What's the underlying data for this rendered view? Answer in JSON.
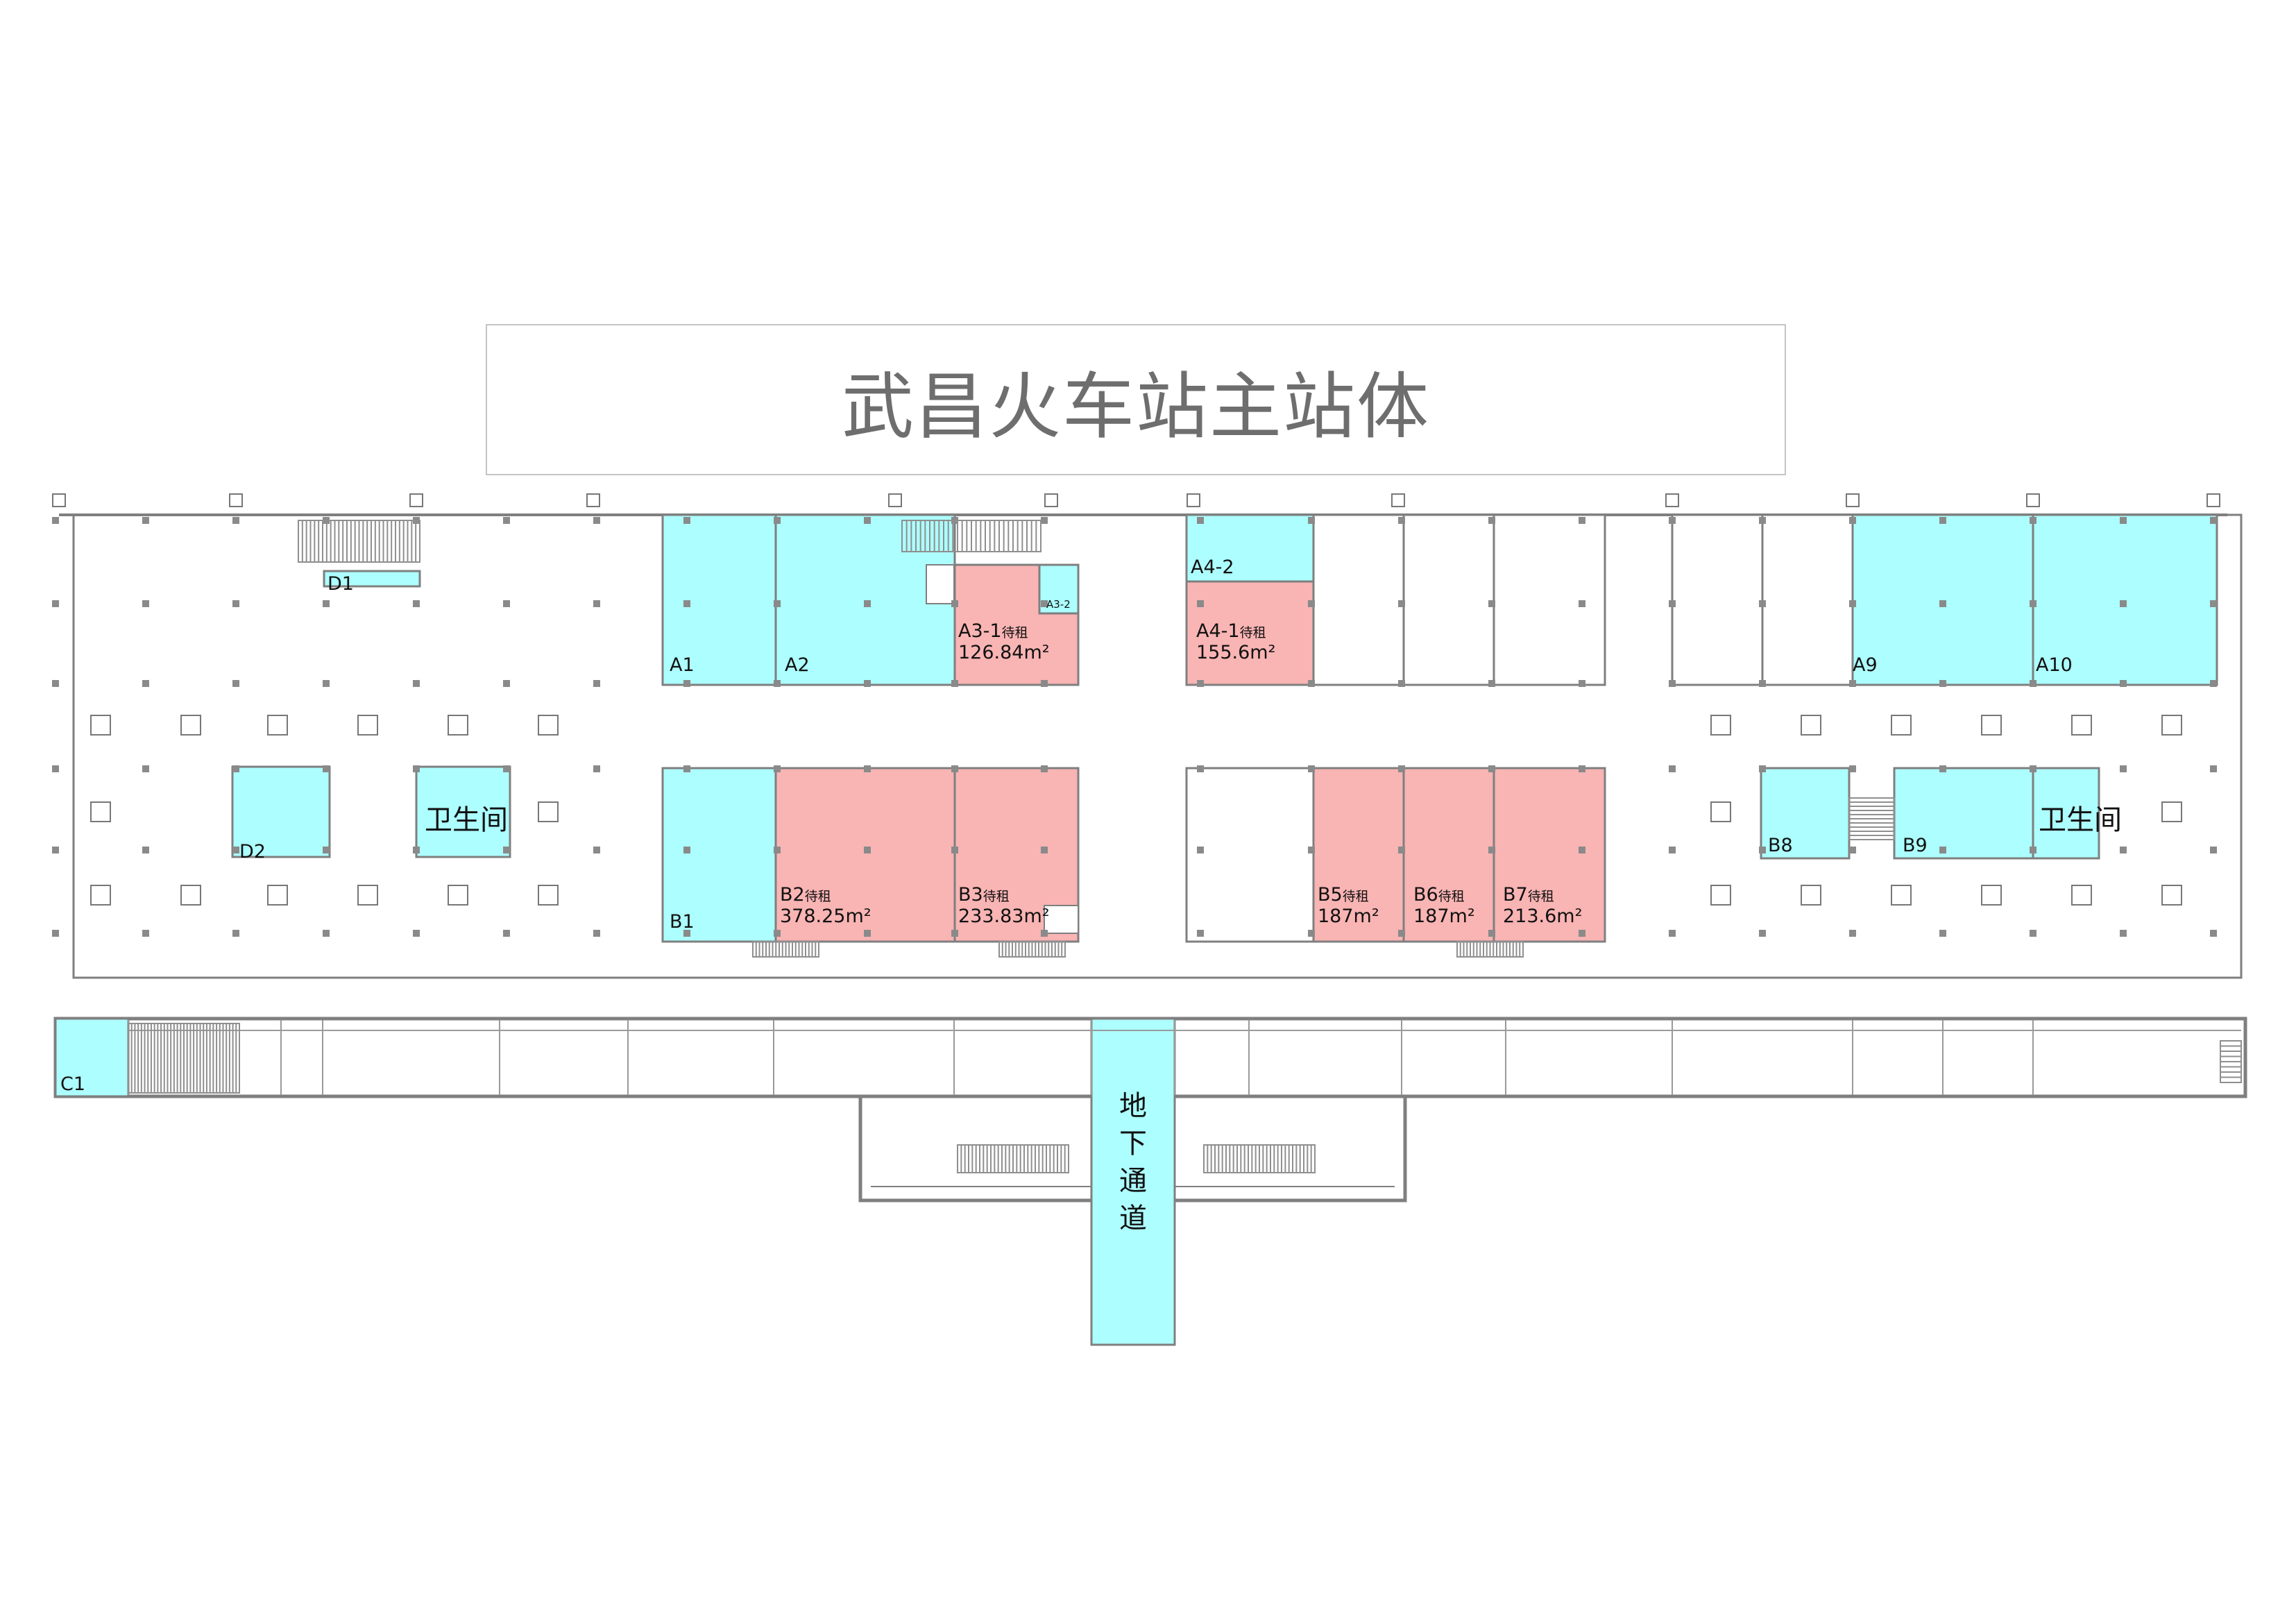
{
  "title": "武昌火车站主站体",
  "colors": {
    "leased": "#adfefe",
    "for_rent": "#f9b4b4",
    "vacant": "#ffffff",
    "wall": "#7f7f7f",
    "title_text": "#6e6e6e"
  },
  "legend_status": {
    "for_rent_tag": "待租"
  },
  "units": [
    {
      "id": "A1",
      "label": "A1",
      "status": "leased"
    },
    {
      "id": "A2",
      "label": "A2",
      "status": "leased"
    },
    {
      "id": "A3-1",
      "label": "A3-1",
      "tag": "待租",
      "area": "126.84m²",
      "status": "for_rent"
    },
    {
      "id": "A3-2",
      "label": "A3-2",
      "status": "leased"
    },
    {
      "id": "A4-1",
      "label": "A4-1",
      "tag": "待租",
      "area": "155.6m²",
      "status": "for_rent"
    },
    {
      "id": "A4-2",
      "label": "A4-2",
      "status": "leased"
    },
    {
      "id": "A9",
      "label": "A9",
      "status": "leased"
    },
    {
      "id": "A10",
      "label": "A10",
      "status": "leased"
    },
    {
      "id": "B1",
      "label": "B1",
      "status": "leased"
    },
    {
      "id": "B2",
      "label": "B2",
      "tag": "待租",
      "area": "378.25m²",
      "status": "for_rent"
    },
    {
      "id": "B3",
      "label": "B3",
      "tag": "待租",
      "area": "233.83m²",
      "status": "for_rent"
    },
    {
      "id": "B5",
      "label": "B5",
      "tag": "待租",
      "area": "187m²",
      "status": "for_rent"
    },
    {
      "id": "B6",
      "label": "B6",
      "tag": "待租",
      "area": "187m²",
      "status": "for_rent"
    },
    {
      "id": "B7",
      "label": "B7",
      "tag": "待租",
      "area": "213.6m²",
      "status": "for_rent"
    },
    {
      "id": "B8",
      "label": "B8",
      "status": "leased"
    },
    {
      "id": "B9",
      "label": "B9",
      "status": "leased"
    },
    {
      "id": "C1",
      "label": "C1",
      "status": "leased"
    },
    {
      "id": "D1",
      "label": "D1",
      "status": "leased"
    },
    {
      "id": "D2",
      "label": "D2",
      "status": "leased"
    }
  ],
  "restrooms": [
    {
      "id": "restroom-west",
      "label": "卫生间"
    },
    {
      "id": "restroom-east",
      "label": "卫生间"
    }
  ],
  "underpass": {
    "label_chars": [
      "地",
      "下",
      "通",
      "道"
    ]
  }
}
